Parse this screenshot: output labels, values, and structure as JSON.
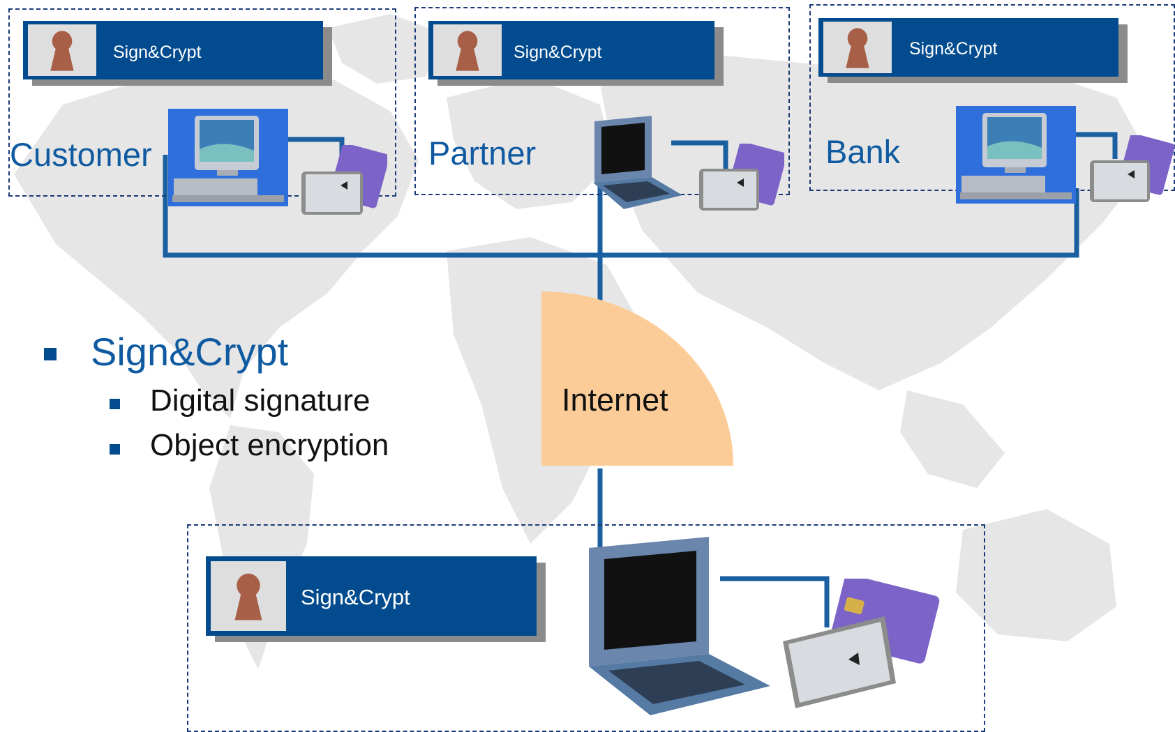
{
  "colors": {
    "banner": "#024b8e",
    "banner_shadow": "#8b8b8b",
    "key_box": "#dedede",
    "keyhole": "#a85f48",
    "connector": "#1a5fa0",
    "site_label": "#0f5aa0",
    "internet_fill": "#fccc98",
    "map": "#e6e6e6",
    "zone_border": "#1a3a78"
  },
  "banner_label": "Sign&Crypt",
  "sites": {
    "customer": {
      "label": "Customer",
      "device": "desktop-computer"
    },
    "partner": {
      "label": "Partner",
      "device": "laptop"
    },
    "bank": {
      "label": "Bank",
      "device": "desktop-computer"
    },
    "mobile": {
      "label": "",
      "device": "laptop"
    }
  },
  "network": {
    "label": "Internet"
  },
  "bullets": {
    "main": "Sign&Crypt",
    "items": [
      "Digital signature",
      "Object encryption"
    ]
  },
  "icons": [
    "keyhole-icon",
    "desktop-computer-icon",
    "laptop-icon",
    "smart-card-icon",
    "pc-card-reader-icon"
  ]
}
